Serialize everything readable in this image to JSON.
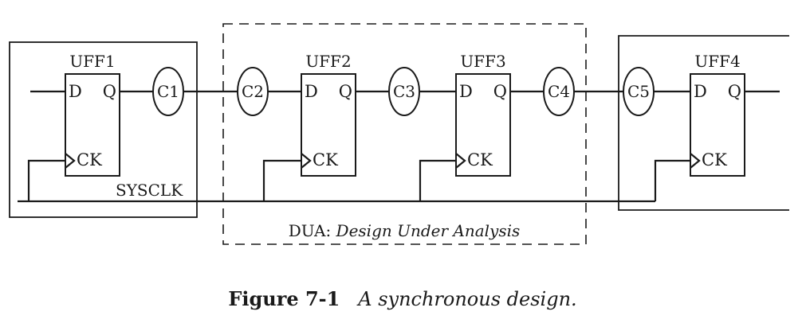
{
  "flip_flops": [
    {
      "name": "UFF1",
      "d": "D",
      "q": "Q",
      "ck": "CK"
    },
    {
      "name": "UFF2",
      "d": "D",
      "q": "Q",
      "ck": "CK"
    },
    {
      "name": "UFF3",
      "d": "D",
      "q": "Q",
      "ck": "CK"
    },
    {
      "name": "UFF4",
      "d": "D",
      "q": "Q",
      "ck": "CK"
    }
  ],
  "clouds": [
    "C1",
    "C2",
    "C3",
    "C4",
    "C5"
  ],
  "clock_label": "SYSCLK",
  "dua": {
    "prefix": "DUA: ",
    "italic": "Design Under Analysis"
  },
  "caption": {
    "number": "Figure 7-1",
    "text": "A synchronous design."
  }
}
